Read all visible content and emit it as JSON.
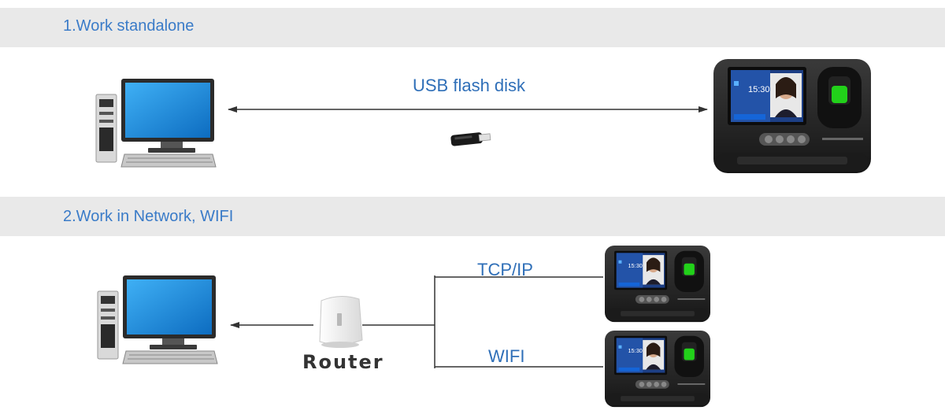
{
  "sections": [
    {
      "title": "1.Work standalone"
    },
    {
      "title": "2.Work in Network, WIFI"
    }
  ],
  "standalone": {
    "connection_label": "USB flash disk"
  },
  "network": {
    "router_label": "Router",
    "connections": [
      {
        "label": "TCP/IP"
      },
      {
        "label": "WIFI"
      }
    ]
  },
  "device_screen": {
    "time": "15:30"
  },
  "colors": {
    "band": "#e9e9e9",
    "section_title": "#3a7bc8",
    "label": "#2f6fb8",
    "line": "#333333",
    "monitor_screen": "#1e8fe0",
    "device_body": "#2a2a2a",
    "fingerprint_led": "#22d11a"
  },
  "icons": [
    "desktop-computer-icon",
    "usb-flash-drive-icon",
    "attendance-terminal-icon",
    "router-icon"
  ]
}
